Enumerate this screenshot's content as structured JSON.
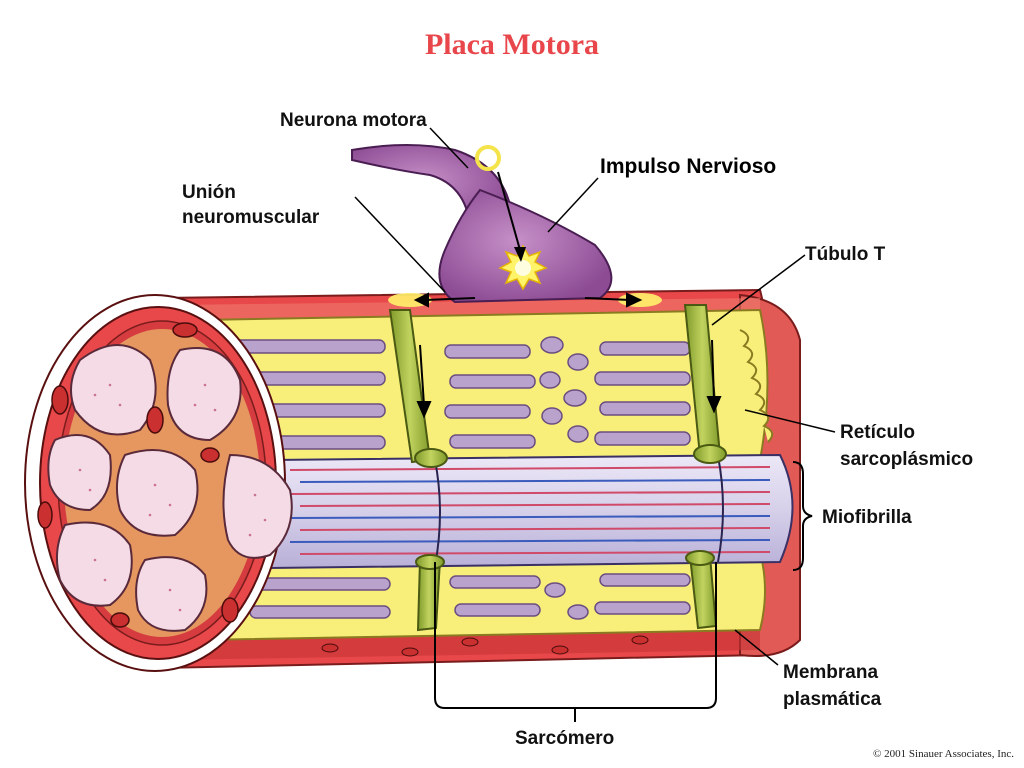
{
  "title": "Placa Motora",
  "labels": {
    "neurona": "Neurona motora",
    "union_1": "Unión",
    "union_2": "neuromuscular",
    "impulso": "Impulso Nervioso",
    "tubulo": "Túbulo T",
    "reticulo_1": "Retículo",
    "reticulo_2": "sarcoplásmico",
    "miofibrilla": "Miofibrilla",
    "membrana_1": "Membrana",
    "membrana_2": "plasmática",
    "sarcomero": "Sarcómero"
  },
  "copyright": "© 2001 Sinauer Associates, Inc.",
  "colors": {
    "title": "#e8464b",
    "muscle_red": "#e8484a",
    "reticulum_yellow": "#f7ef7a",
    "myofibril_lavender": "#d9d3ec",
    "neuron_purple": "#a160a8",
    "tubule_green": "#9db53b"
  }
}
